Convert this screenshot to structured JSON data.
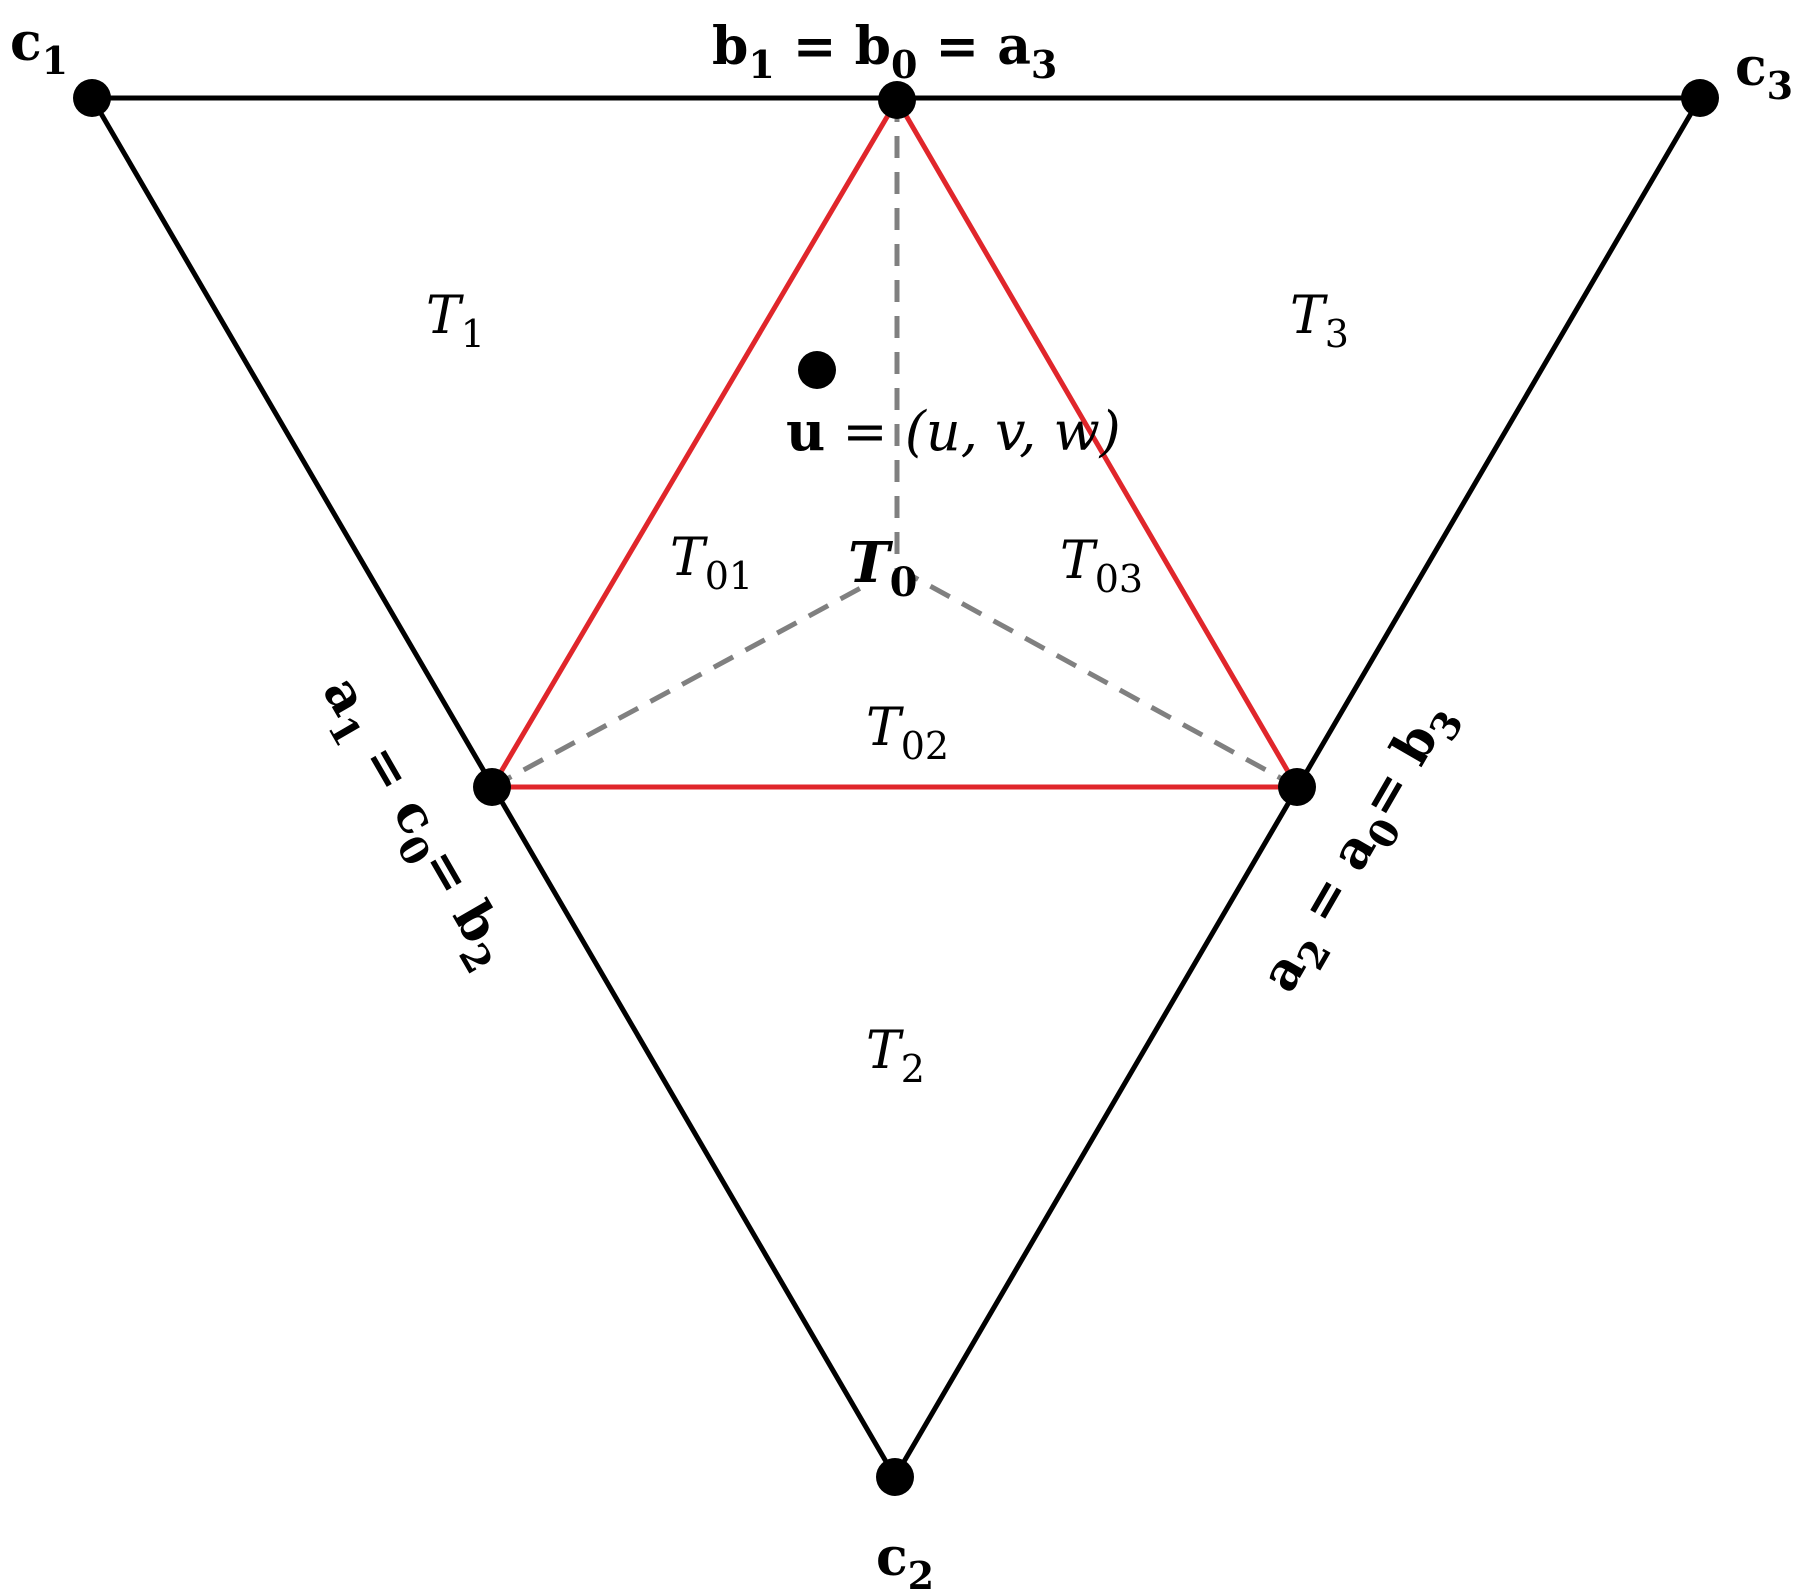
{
  "colors": {
    "outer_edges": "#000000",
    "inner_triangle": "#e0262b",
    "dashed_lines": "#808080",
    "vertex_dots": "#000000",
    "t0_label": "#e0262b"
  },
  "vertices": {
    "c1": {
      "base": "c",
      "sub": "1"
    },
    "c3": {
      "base": "c",
      "sub": "3"
    },
    "c2": {
      "base": "c",
      "sub": "2"
    },
    "top": {
      "parts": [
        {
          "base": "b",
          "sub": "1"
        },
        {
          "base": "b",
          "sub": "0"
        },
        {
          "base": "a",
          "sub": "3"
        }
      ],
      "sep": " = "
    },
    "left": {
      "parts": [
        {
          "base": "a",
          "sub": "1"
        },
        {
          "base": "c",
          "sub": "0"
        },
        {
          "base": "b",
          "sub": "2"
        }
      ]
    },
    "right": {
      "parts": [
        {
          "base": "a",
          "sub": "2"
        },
        {
          "base": "a",
          "sub": "0"
        },
        {
          "base": "b",
          "sub": "3"
        }
      ]
    }
  },
  "regions": {
    "T1": {
      "base": "T",
      "sub": "1"
    },
    "T2": {
      "base": "T",
      "sub": "2"
    },
    "T3": {
      "base": "T",
      "sub": "3"
    },
    "T0": {
      "base": "T",
      "sub": "0"
    },
    "T01": {
      "base": "T",
      "sub": "01"
    },
    "T02": {
      "base": "T",
      "sub": "02"
    },
    "T03": {
      "base": "T",
      "sub": "03"
    }
  },
  "point_u": {
    "name": "u",
    "equals": " = ",
    "coords": "(u, v, w)"
  }
}
